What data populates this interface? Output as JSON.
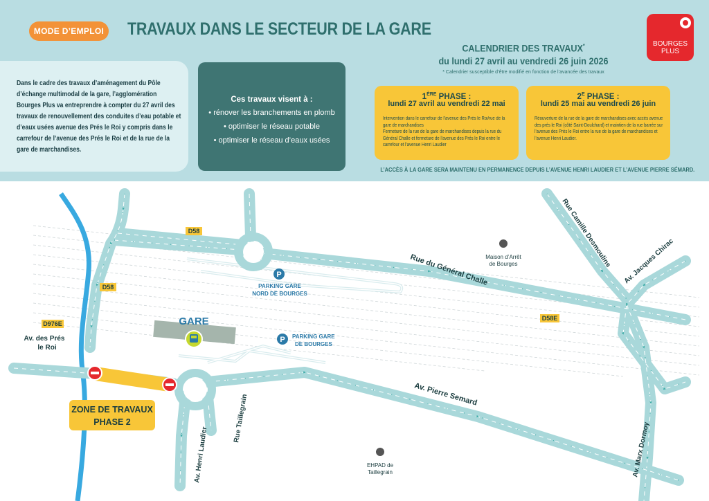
{
  "header": {
    "badge": "MODE D’EMPLOI",
    "title": "TRAVAUX DANS LE SECTEUR DE LA GARE",
    "logo": "BOURGES PLUS",
    "intro": "Dans le cadre des travaux d’aménagement du Pôle d’échange multimodal de la gare, l’agglomération Bourges Plus va entreprendre à compter du 27 avril des travaux de renouvellement des conduites d’eau potable et d’eaux usées avenue des Prés le Roi y compris dans le carrefour de l’avenue des Prés le Roi et de la rue de la gare de marchandises.",
    "goals_heading": "Ces travaux visent à :",
    "goals": [
      "• rénover les branchements en plomb",
      "• optimiser le réseau potable",
      "• optimiser le réseau d’eaux usées"
    ]
  },
  "calendar": {
    "title": "CALENDRIER DES TRAVAUX",
    "title_mark": "*",
    "range": "du lundi 27 avril au vendredi 26 juin 2026",
    "note": "* Calendrier susceptible d’être modifié en fonction de l’avancée des travaux",
    "phase1": {
      "num": "1",
      "sup": "ÈRE",
      "label": " PHASE :",
      "dates": "lundi 27 avril au vendredi 22 mai",
      "text1": "Intervention dans le carrefour de l’avenue des Prés le Roi/rue de la gare de marchandises",
      "text2": "Fermeture de la rue de la gare de marchandises depuis la rue du Général Challe et fermeture de l’avenue des Prés le Roi entre le carrefour et l’avenue Henri Laudier"
    },
    "phase2": {
      "num": "2",
      "sup": "E",
      "label": " PHASE :",
      "dates": "lundi 25 mai au vendredi 26 juin",
      "text1": "Réouverture de la rue de la gare de marchandises avec accès avenue des prés le Roi (côté Saint-Doulchard) et maintien de la rue barrée sur l’avenue des Prés le Roi entre la rue de la gare de marchandises et l’avenue Henri Laudier."
    },
    "access": "L’ACCÈS À LA GARE SERA MAINTENU EN PERMANENCE DEPUIS L’AVENUE HENRI LAUDIER ET L’AVENUE PIERRE SÉMARD."
  },
  "map": {
    "road_color": "#a9d8da",
    "road_edge": "#8cc6c8",
    "arrow_color": "#3aa9a5",
    "works_color": "#f8c638",
    "river_color": "#38a9e0",
    "labels": {
      "d58a": "D58",
      "d58b": "D58",
      "d976e": "D976E",
      "d58e": "D58E",
      "pres_le_roi_1": "Av. des Prés",
      "pres_le_roi_2": "le Roi",
      "challe": "Rue du Général Challe",
      "desmoulins": "Rue Camille Desmoulins",
      "chirac": "Av. Jacques Chirac",
      "semard": "Av. Pierre Semard",
      "dormoy": "Av. Marx Dormoy",
      "laudier": "Av. Henri Laudier",
      "taillegrain": "Rue Taillegrain",
      "gare": "GARE",
      "parking_nord_1": "PARKING GARE",
      "parking_nord_2": "NORD DE BOURGES",
      "parking_gare_1": "PARKING GARE",
      "parking_gare_2": "DE BOURGES",
      "parking_symbol": "P",
      "maison_1": "Maison d’Arrêt",
      "maison_2": "de Bourges",
      "ehpad_1": "EHPAD de",
      "ehpad_2": "Taillegrain",
      "zone_1": "ZONE DE TRAVAUX",
      "zone_2": "PHASE 2"
    }
  }
}
